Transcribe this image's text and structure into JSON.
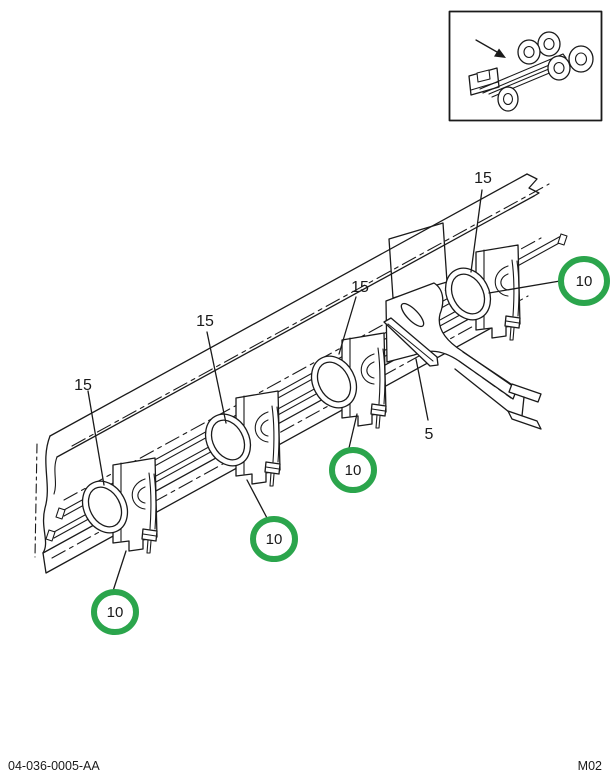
{
  "diagram": {
    "line_color": "#1a1a1a",
    "highlight_color": "#2BA54C",
    "callouts": [
      {
        "part": "15"
      },
      {
        "part": "15"
      },
      {
        "part": "15"
      },
      {
        "part": "15"
      },
      {
        "part": "5"
      }
    ],
    "highlighted_callouts": [
      {
        "part": "10"
      },
      {
        "part": "10"
      },
      {
        "part": "10"
      },
      {
        "part": "10"
      }
    ],
    "icons": {
      "inset_arrow": "diagonal-arrow-icon",
      "inset_thumbnail": "truck-chassis-thumbnail"
    }
  },
  "footer": {
    "document_number": "04-036-0005-AA",
    "sheet_code": "M02"
  }
}
